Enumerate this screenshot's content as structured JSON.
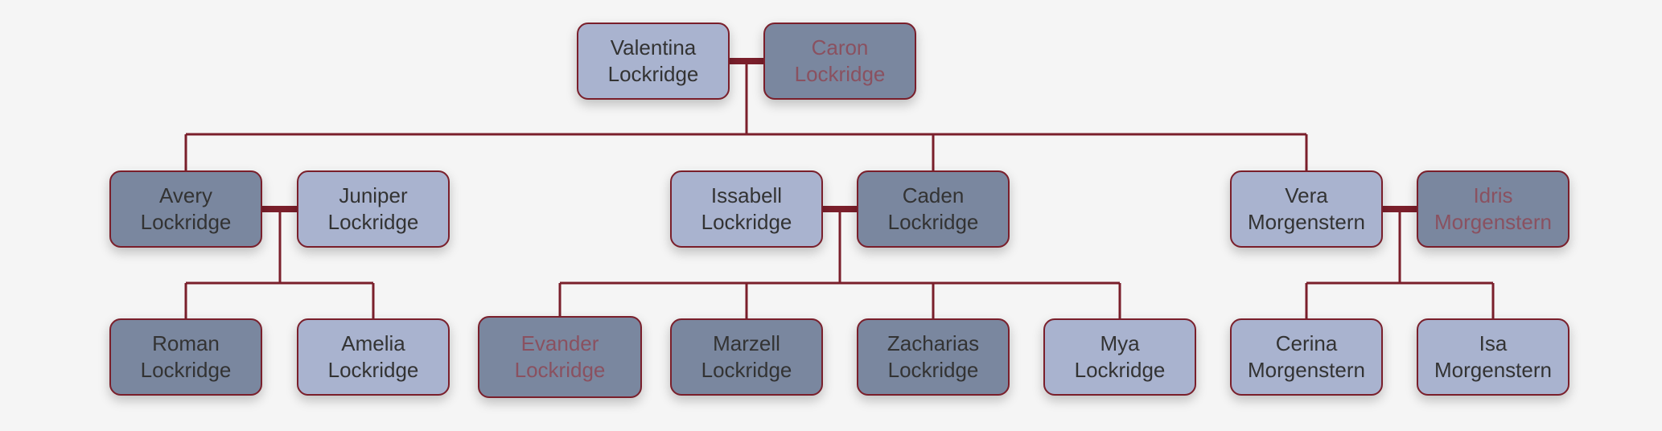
{
  "colors": {
    "background": "#f5f5f5",
    "connector": "#7a1f2b",
    "box_light": "#a9b3cf",
    "box_dark": "#7a879f",
    "text_default": "#333333",
    "text_inlaw": "#8a5160"
  },
  "people": {
    "valentina": {
      "first": "Valentina",
      "last": "Lockridge"
    },
    "caron": {
      "first": "Caron",
      "last": "Lockridge"
    },
    "avery": {
      "first": "Avery",
      "last": "Lockridge"
    },
    "juniper": {
      "first": "Juniper",
      "last": "Lockridge"
    },
    "issabell": {
      "first": "Issabell",
      "last": "Lockridge"
    },
    "caden": {
      "first": "Caden",
      "last": "Lockridge"
    },
    "vera": {
      "first": "Vera",
      "last": "Morgenstern"
    },
    "idris": {
      "first": "Idris",
      "last": "Morgenstern"
    },
    "roman": {
      "first": "Roman",
      "last": "Lockridge"
    },
    "amelia": {
      "first": "Amelia",
      "last": "Lockridge"
    },
    "evander": {
      "first": "Evander",
      "last": "Lockridge"
    },
    "marzell": {
      "first": "Marzell",
      "last": "Lockridge"
    },
    "zacharias": {
      "first": "Zacharias",
      "last": "Lockridge"
    },
    "mya": {
      "first": "Mya",
      "last": "Lockridge"
    },
    "cerina": {
      "first": "Cerina",
      "last": "Morgenstern"
    },
    "isa": {
      "first": "Isa",
      "last": "Morgenstern"
    }
  }
}
